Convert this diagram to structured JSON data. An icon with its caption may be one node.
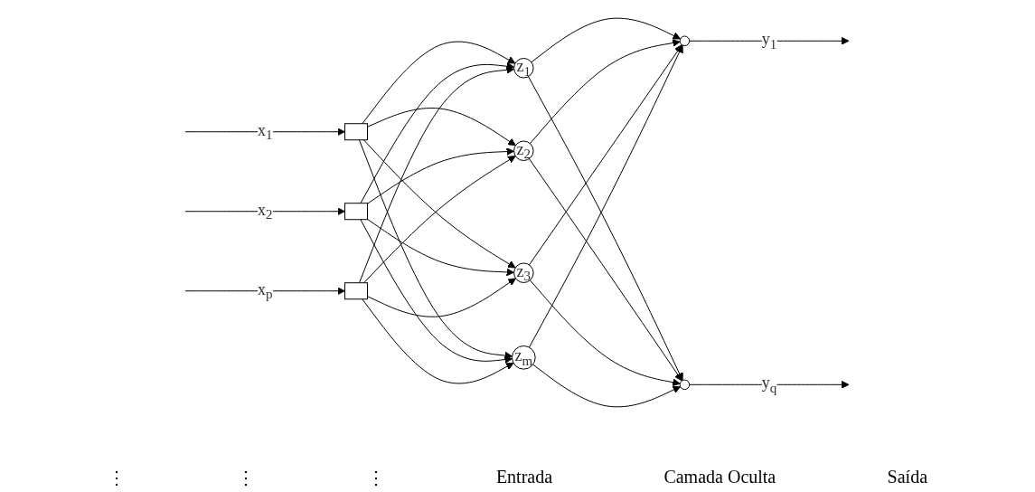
{
  "diagram": {
    "nodes": [
      {
        "text": [],
        "shape": "box"
      },
      {
        "text": [],
        "shape": "box"
      },
      {
        "text": [],
        "shape": "box"
      },
      {
        "text": [
          "z$_{1}$"
        ]
      },
      {
        "text": [
          "z$_{2}$"
        ]
      },
      {
        "text": [
          "z$_{3}$"
        ]
      },
      {
        "text": [
          "z$_{m}$"
        ]
      },
      {
        "text": [],
        "shape": "circle"
      },
      {
        "text": [],
        "shape": "circle"
      }
    ],
    "edges": [
      {
        "from": null,
        "to": 0,
        "arrow": "to",
        "label": "x$_{1}$"
      },
      {
        "from": null,
        "to": 1,
        "arrow": "to",
        "label": "x$_{2}$"
      },
      {
        "from": null,
        "to": 2,
        "arrow": "to",
        "label": "x$_{p}$"
      },
      {
        "from": 0,
        "to": 3,
        "arrow": "to"
      },
      {
        "from": 0,
        "to": 4,
        "arrow": "to"
      },
      {
        "from": 0,
        "to": 5,
        "arrow": "to"
      },
      {
        "from": 0,
        "to": 6,
        "arrow": "to"
      },
      {
        "from": 1,
        "to": 3,
        "arrow": "to"
      },
      {
        "from": 1,
        "to": 4,
        "arrow": "to"
      },
      {
        "from": 1,
        "to": 5,
        "arrow": "to"
      },
      {
        "from": 1,
        "to": 6,
        "arrow": "to"
      },
      {
        "from": 2,
        "to": 3,
        "arrow": "to"
      },
      {
        "from": 2,
        "to": 4,
        "arrow": "to"
      },
      {
        "from": 2,
        "to": 5,
        "arrow": "to"
      },
      {
        "from": 2,
        "to": 6,
        "arrow": "to"
      },
      {
        "from": 3,
        "to": 7,
        "arrow": "to"
      },
      {
        "from": 3,
        "to": 8,
        "arrow": "to"
      },
      {
        "from": 4,
        "to": 7,
        "arrow": "to"
      },
      {
        "from": 4,
        "to": 8,
        "arrow": "to"
      },
      {
        "from": 5,
        "to": 7,
        "arrow": "to"
      },
      {
        "from": 5,
        "to": 8,
        "arrow": "to"
      },
      {
        "from": 6,
        "to": 7,
        "arrow": "to"
      },
      {
        "from": 6,
        "to": 8,
        "arrow": "to"
      },
      {
        "from": 7,
        "to": null,
        "arrow": "to",
        "label": "y$_{1}$"
      },
      {
        "from": 8,
        "to": null,
        "arrow": "to",
        "label": "y$_{q}$"
      }
    ],
    "labels": [
      "⋮",
      "⋮",
      "⋮",
      "Entrada",
      "Camada Oculta",
      "Saída"
    ]
  }
}
